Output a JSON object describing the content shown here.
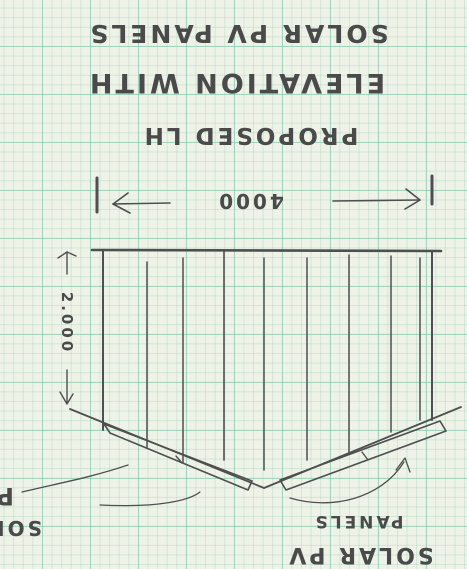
{
  "title": {
    "line1": "PROPOSED LH",
    "line2": "ELEVATION WITH",
    "line3": "SOLAR PV PANELS"
  },
  "width_dimension": "4000",
  "height_dimension": "2.000",
  "labels": {
    "right_label_line1": "SOLAR PV",
    "right_label_line2": "PANELS",
    "left_label_partial_1": "P",
    "left_label_partial_2": "SOL"
  },
  "colors": {
    "paper": "#eef2e7",
    "grid": "#78c3aa",
    "pencil": "#4a4a4a"
  }
}
